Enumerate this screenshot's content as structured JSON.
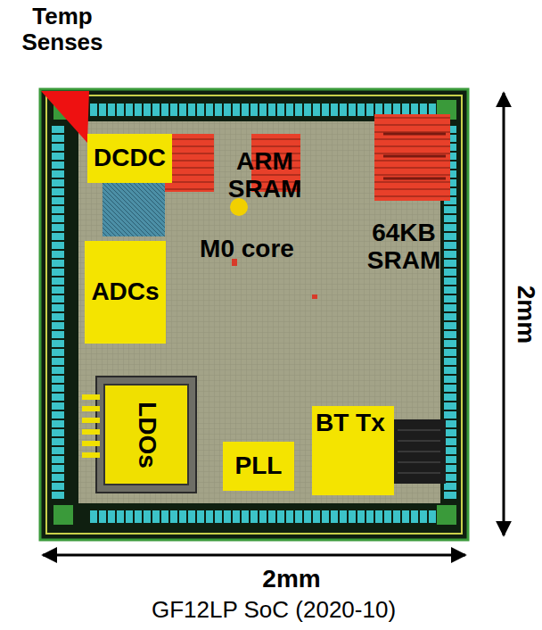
{
  "diagram": {
    "caption": "GF12LP SoC (2020-10)",
    "nodes": [
      {
        "text": [
          "DCDC"
        ]
      },
      {
        "text": [
          "ADCs"
        ]
      },
      {
        "text": [
          "LDOs"
        ]
      },
      {
        "text": [
          "PLL"
        ]
      },
      {
        "text": [
          "BT Tx"
        ]
      }
    ],
    "labels": [
      "Temp Senses",
      "ARM SRAM",
      "M0 core",
      "64KB SRAM",
      "2mm",
      "2mm"
    ]
  }
}
